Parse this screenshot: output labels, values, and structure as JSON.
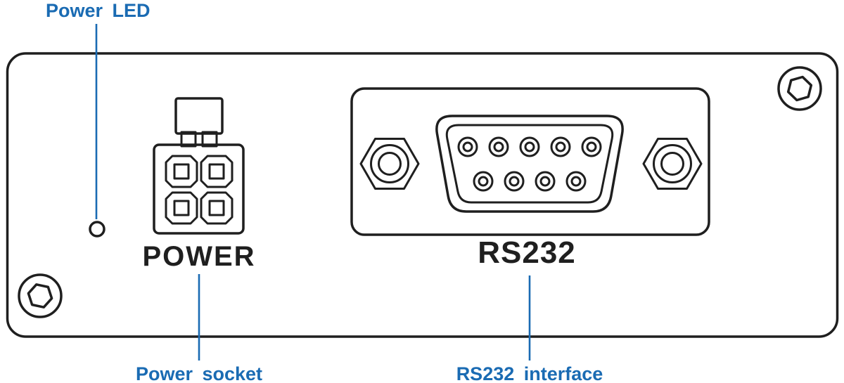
{
  "diagram": {
    "callouts": {
      "power_led": "Power LED",
      "power_socket": "Power socket",
      "rs232_interface": "RS232 interface"
    },
    "panel_print": {
      "power": "POWER",
      "rs232": "RS232"
    },
    "components": {
      "led": "power-led-indicator",
      "power_connector": "4-pin power socket",
      "serial_connector": "DB9 female RS232 port",
      "screws": "hex corner screws"
    }
  },
  "colors": {
    "callout_blue": "#1a6bb3",
    "ink": "#1f1f1f",
    "background": "#ffffff"
  }
}
